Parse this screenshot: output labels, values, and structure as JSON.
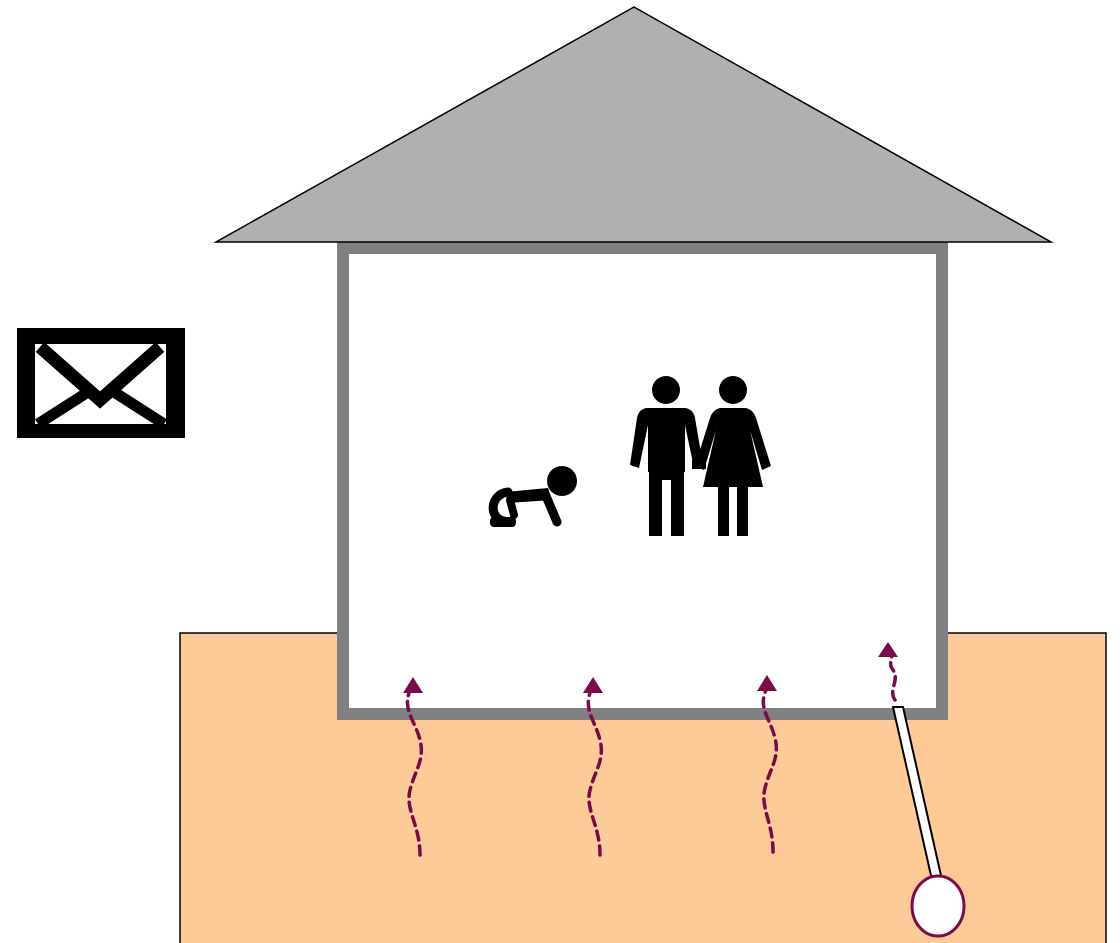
{
  "diagram": {
    "elements": [
      {
        "name": "roof",
        "kind": "shape"
      },
      {
        "name": "house-wall",
        "kind": "shape"
      },
      {
        "name": "ground-soil",
        "kind": "shape"
      },
      {
        "name": "envelope-icon",
        "kind": "icon"
      },
      {
        "name": "crawling-baby-icon",
        "kind": "icon"
      },
      {
        "name": "man-icon",
        "kind": "icon"
      },
      {
        "name": "woman-icon",
        "kind": "icon"
      },
      {
        "name": "soil-gas-arrow",
        "kind": "arrow",
        "count": 4
      },
      {
        "name": "sampling-probe",
        "kind": "shape"
      }
    ]
  },
  "colors": {
    "roof_fill": "#b0b0b0",
    "roof_stroke": "#000000",
    "wall": "#808080",
    "interior": "#ffffff",
    "ground": "#fdca98",
    "ground_stroke": "#000000",
    "gas_arrow": "#7a0a4a",
    "icons": "#000000",
    "probe_fill": "#ffffff",
    "probe_stroke": "#7a0a4a"
  }
}
